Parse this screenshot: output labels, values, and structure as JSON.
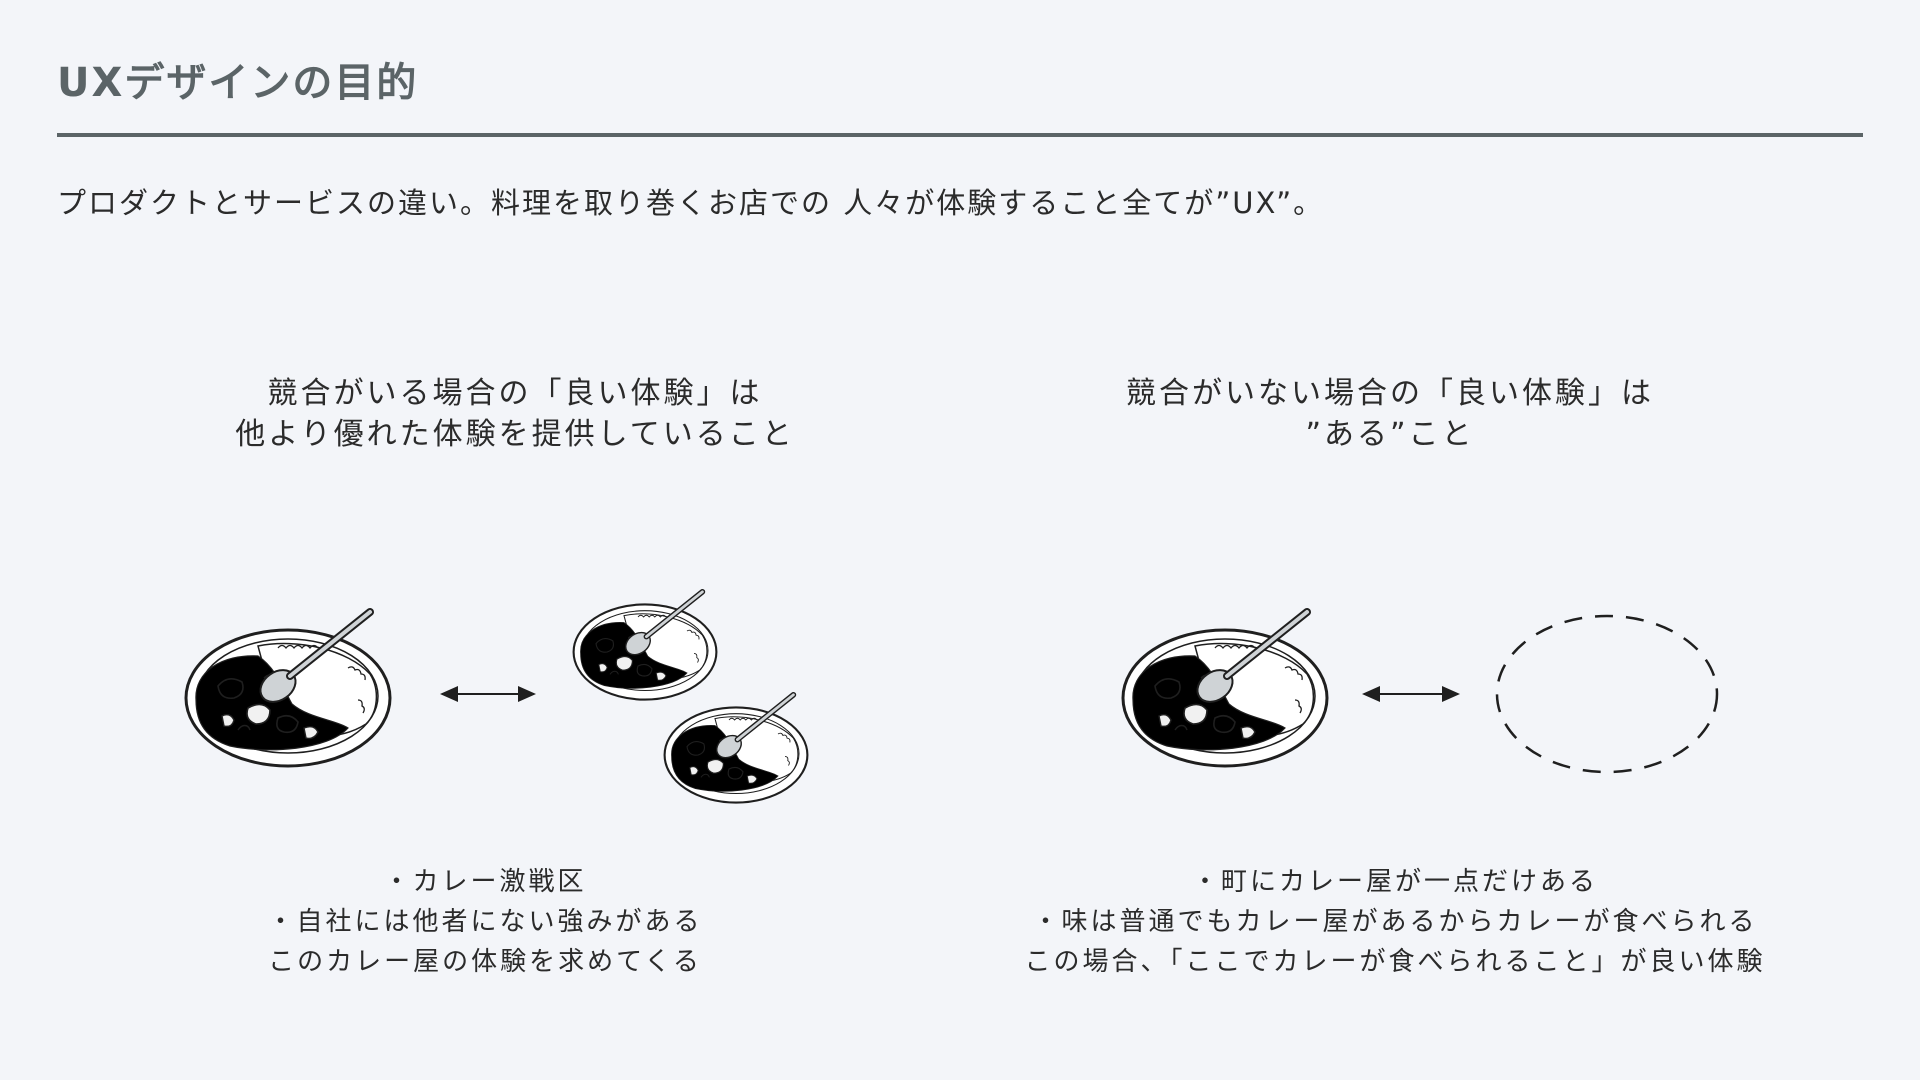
{
  "header": {
    "title": "UXデザインの目的",
    "subtitle": "プロダクトとサービスの違い。料理を取り巻くお店での 人々が体験すること全てが”UX”。"
  },
  "left_panel": {
    "heading_lines": [
      "競合がいる場合の「良い体験」は",
      "他より優れた体験を提供していること"
    ],
    "bullet_lines": [
      "・カレー激戦区",
      "・自社には他者にない強みがある",
      "このカレー屋の体験を求めてくる"
    ]
  },
  "right_panel": {
    "heading_lines": [
      "競合がいない場合の「良い体験」は",
      "”ある”こと"
    ],
    "bullet_lines": [
      "・町にカレー屋が一点だけある",
      "・味は普通でもカレー屋があるからカレーが食べられる",
      "この場合、「ここでカレーが食べられること」が良い体験"
    ]
  },
  "colors": {
    "background": "#f3f5f9",
    "title": "#5b6467",
    "brown_curry": "#8a5a3c",
    "green_curry": "#9fd06a",
    "red_curry": "#e8474d",
    "ink": "#1f1f1f"
  },
  "icons": {
    "curry_plate": "curry-plate-icon",
    "double_arrow": "double-arrow-icon",
    "empty_placeholder": "dashed-ellipse-icon"
  }
}
